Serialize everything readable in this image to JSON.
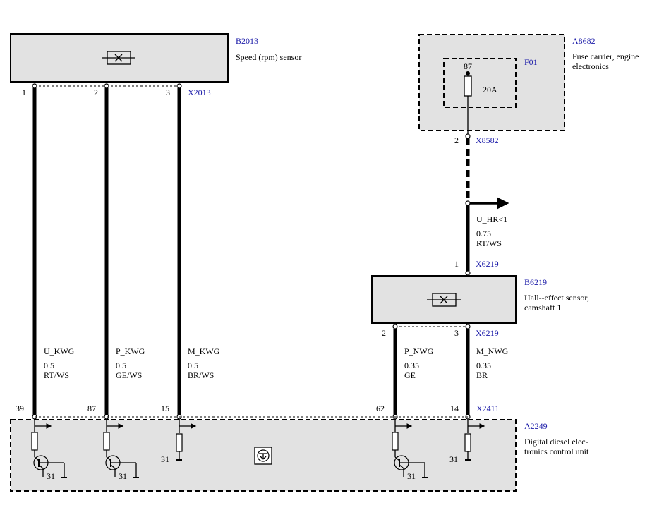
{
  "components": {
    "b2013": {
      "id": "B2013",
      "name": "Speed (rpm) sensor",
      "connector": "X2013",
      "pins": [
        "1",
        "2",
        "3"
      ]
    },
    "a8682": {
      "id": "A8682",
      "name_line1": "Fuse carrier, engine",
      "name_line2": "electronics"
    },
    "f01": {
      "id": "F01",
      "pin": "87",
      "rating": "20A",
      "out_pin": "2",
      "connector": "X8582"
    },
    "b6219": {
      "id": "B6219",
      "name_line1": "Hall--effect sensor,",
      "name_line2": "camshaft 1",
      "in_pin": "1",
      "in_connector": "X6219",
      "out_pins": [
        "2",
        "3"
      ],
      "out_connector": "X6219"
    },
    "a2249": {
      "id": "A2249",
      "name_line1": "Digital diesel elec-",
      "name_line2": "tronics control unit",
      "connector": "X2411",
      "pins": [
        "39",
        "87",
        "15",
        "62",
        "14"
      ],
      "ground": "31"
    }
  },
  "wires": [
    {
      "signal": "U_KWG",
      "size": "0.5",
      "color": "RT/WS"
    },
    {
      "signal": "P_KWG",
      "size": "0.5",
      "color": "GE/WS"
    },
    {
      "signal": "M_KWG",
      "size": "0.5",
      "color": "BR/WS"
    },
    {
      "signal": "P_NWG",
      "size": "0.35",
      "color": "GE"
    },
    {
      "signal": "M_NWG",
      "size": "0.35",
      "color": "BR"
    }
  ],
  "supply_wire": {
    "signal": "U_HR<1",
    "size": "0.75",
    "color": "RT/WS"
  }
}
